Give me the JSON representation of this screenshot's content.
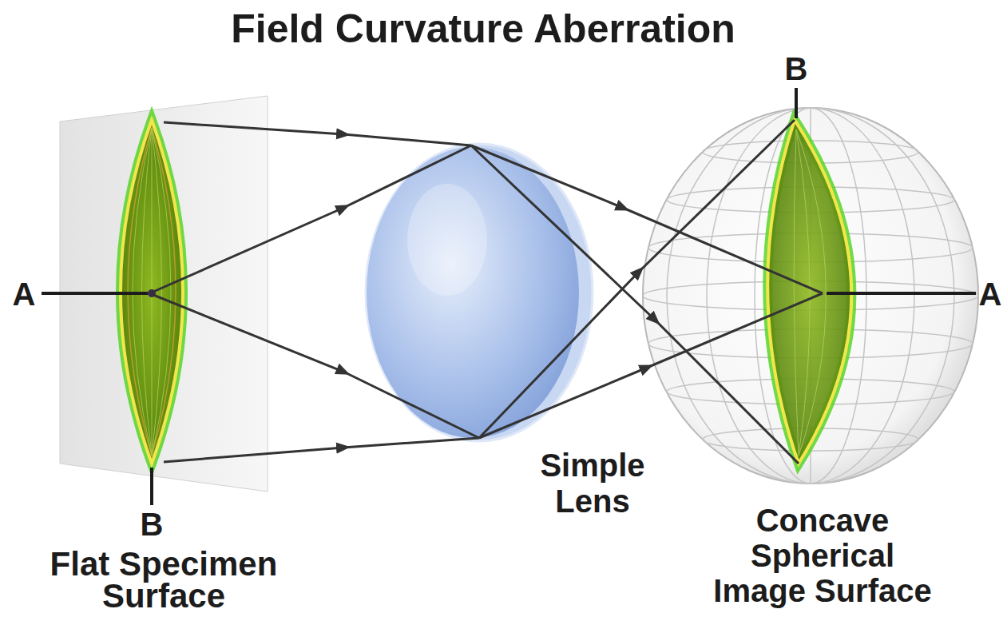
{
  "diagram": {
    "title": "Field Curvature Aberration",
    "labels": [
      "A",
      "B",
      "Simple Lens",
      "B",
      "A",
      "Flat Specimen Surface",
      "Concave Spherical Image Surface"
    ]
  }
}
